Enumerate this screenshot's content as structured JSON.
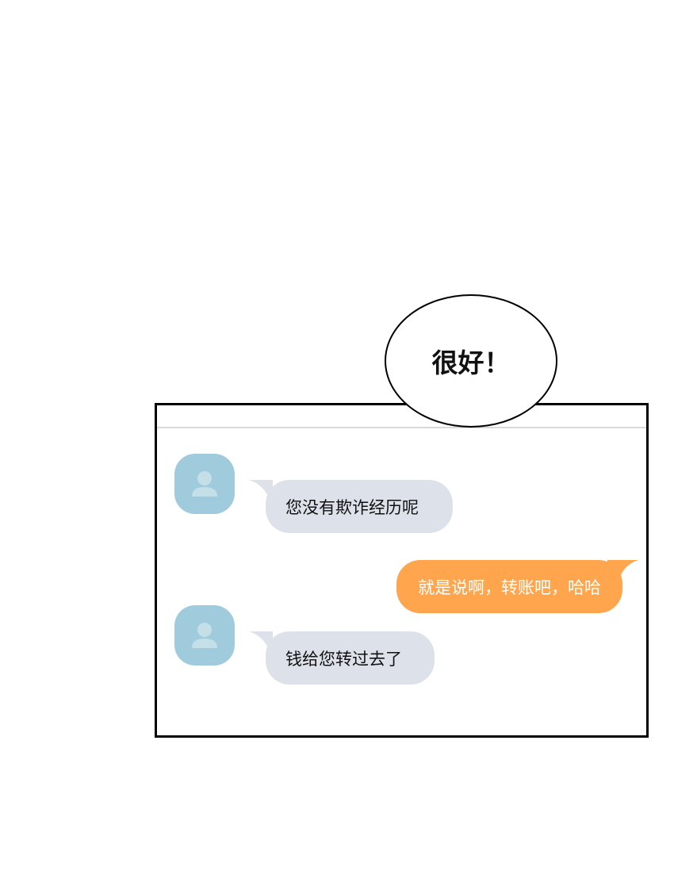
{
  "speech_bubble": {
    "text": "很好！"
  },
  "chat": {
    "messages": [
      {
        "sender": "other",
        "text": "您没有欺诈经历呢"
      },
      {
        "sender": "me",
        "text": "就是说啊，转账吧，哈哈"
      },
      {
        "sender": "other",
        "text": "钱给您转过去了"
      }
    ]
  },
  "colors": {
    "incoming": "#dde2ea",
    "outgoing": "#ffa54d",
    "avatar": "#9fcbdc"
  }
}
